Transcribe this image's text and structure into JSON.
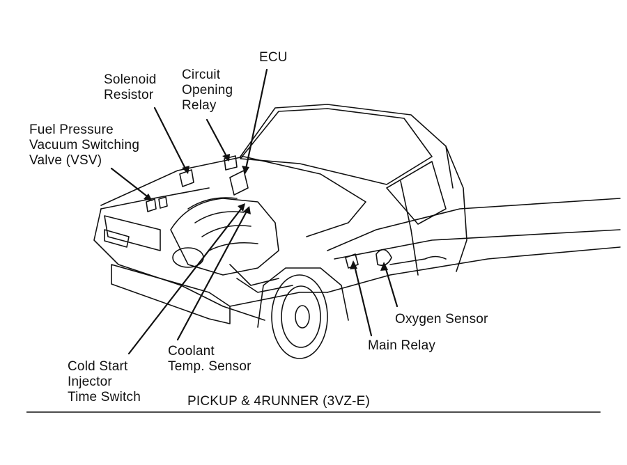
{
  "diagram": {
    "caption": "PICKUP & 4RUNNER (3VZ-E)",
    "labels": {
      "ecu": [
        "ECU"
      ],
      "solenoid_resistor": [
        "Solenoid",
        "Resistor"
      ],
      "circuit_opening_relay": [
        "Circuit",
        "Opening",
        "Relay"
      ],
      "fuel_pressure_vsv": [
        "Fuel Pressure",
        "Vacuum Switching",
        "Valve (VSV)"
      ],
      "oxygen_sensor": [
        "Oxygen Sensor"
      ],
      "main_relay": [
        "Main Relay"
      ],
      "coolant_temp_sensor": [
        "Coolant",
        "Temp. Sensor"
      ],
      "cold_start_injector_time_switch": [
        "Cold Start",
        "Injector",
        "Time Switch"
      ]
    },
    "colors": {
      "ink": "#111111",
      "background": "#ffffff"
    }
  }
}
